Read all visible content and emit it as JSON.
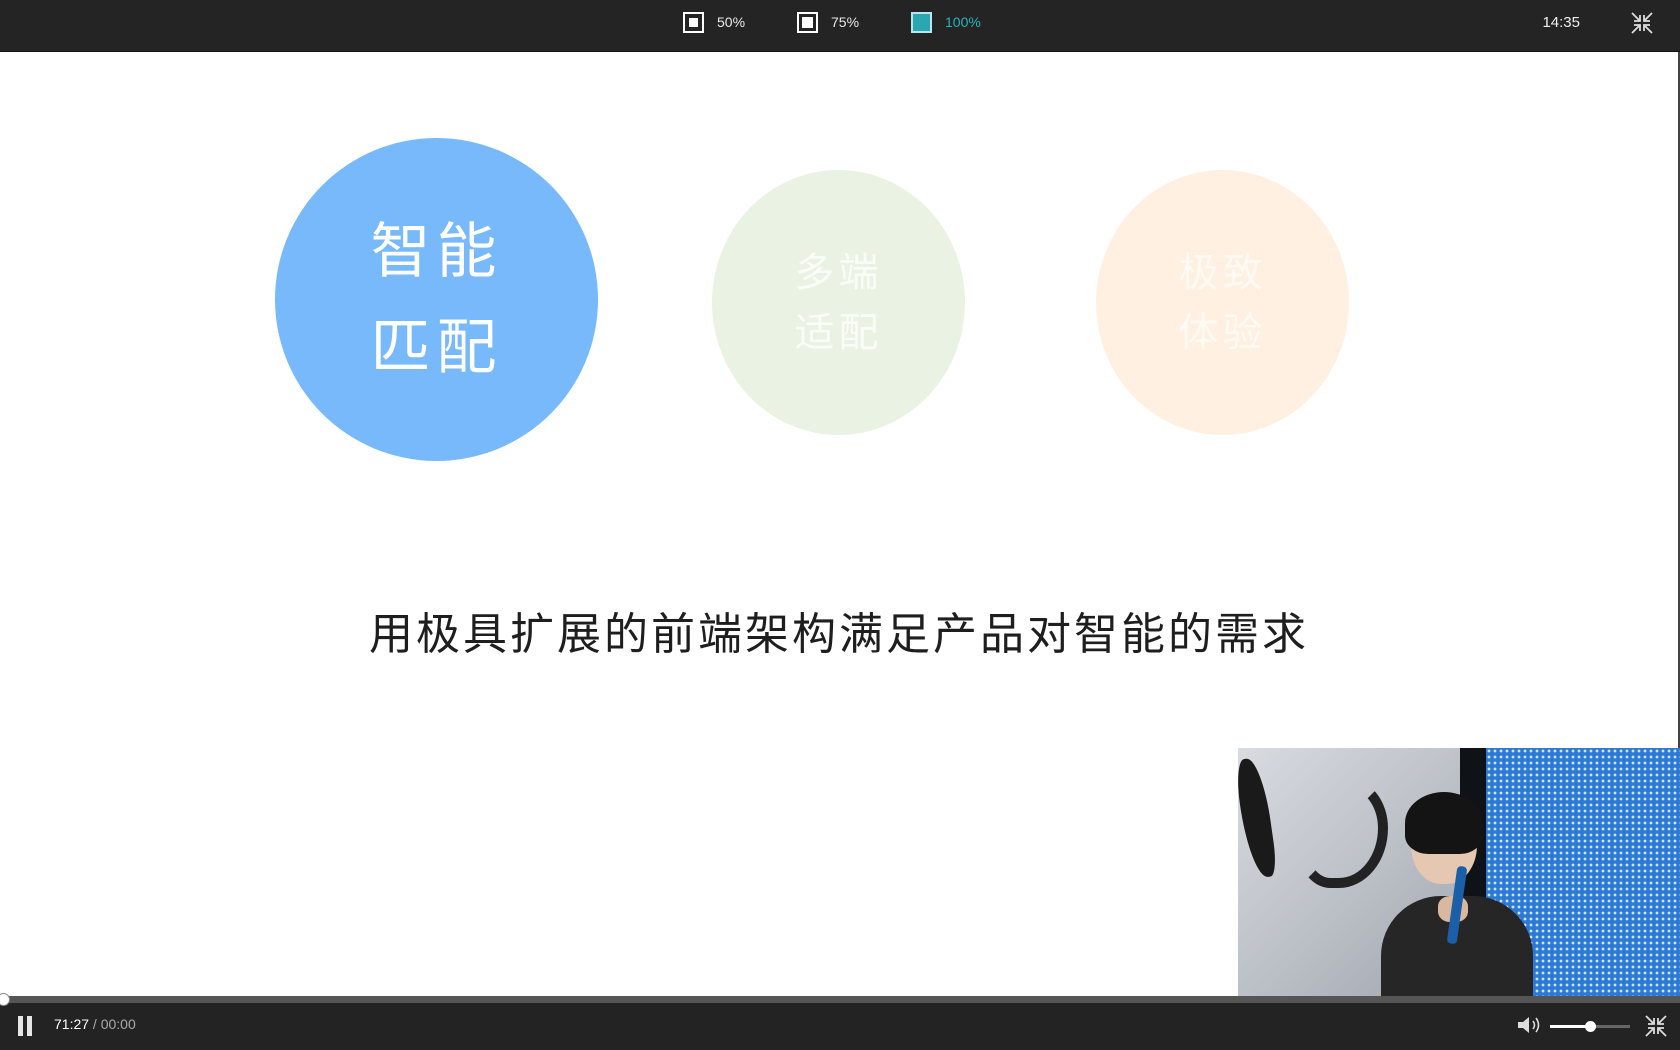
{
  "topbar": {
    "zoom_options": [
      {
        "label": "50%",
        "active": false
      },
      {
        "label": "75%",
        "active": false
      },
      {
        "label": "100%",
        "active": true
      }
    ],
    "clock": "14:35",
    "exit_icon": "exit-fullscreen-icon"
  },
  "slide": {
    "circles": [
      {
        "line1": "智能",
        "line2": "匹配",
        "color": "#77b9fb"
      },
      {
        "line1": "多端",
        "line2": "适配",
        "color": "#eaf2e4"
      },
      {
        "line1": "极致",
        "line2": "体验",
        "color": "#fff0e2"
      }
    ],
    "subtitle": "用极具扩展的前端架构满足产品对智能的需求"
  },
  "controls": {
    "current_time": "71:27",
    "separator": " / ",
    "duration": "00:00",
    "progress_fraction": 0.0,
    "volume_fraction": 0.5,
    "play_state_icon": "pause-icon",
    "volume_icon": "speaker-icon",
    "exit_icon": "exit-fullscreen-icon"
  },
  "colors": {
    "accent": "#27b4be",
    "bar_bg": "#242424"
  }
}
